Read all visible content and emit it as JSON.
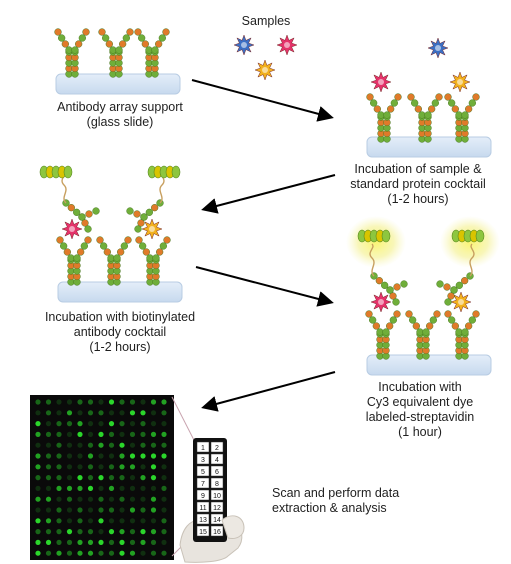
{
  "labels": {
    "samples": "Samples",
    "step1": [
      "Antibody array support",
      "(glass slide)"
    ],
    "step2": [
      "Incubation of sample &",
      "standard protein cocktail",
      "(1-2 hours)"
    ],
    "step3": [
      "Incubation with biotinylated",
      "antibody cocktail",
      "(1-2 hours)"
    ],
    "step4": [
      "Incubation with",
      "Cy3 equivalent dye",
      "labeled-streptavidin",
      "(1 hour)"
    ],
    "step5": [
      "Scan and perform data",
      "extraction & analysis"
    ]
  },
  "slide_numbers": [
    "1",
    "2",
    "3",
    "4",
    "5",
    "6",
    "7",
    "8",
    "9",
    "10",
    "11",
    "12",
    "13",
    "14",
    "15",
    "16"
  ],
  "colors": {
    "slide": "#d6e4f2",
    "slide_edge": "#b8cce3",
    "antibody_green": "#6fae3a",
    "antibody_orange": "#e07a2a",
    "star_red": "#e5326a",
    "star_blue": "#3b6fc4",
    "star_yellow": "#f2b11e",
    "glow": "#f3f06a",
    "array_bg": "#0a0a0a",
    "spot": "#2bd62b",
    "arrow": "#000000"
  }
}
